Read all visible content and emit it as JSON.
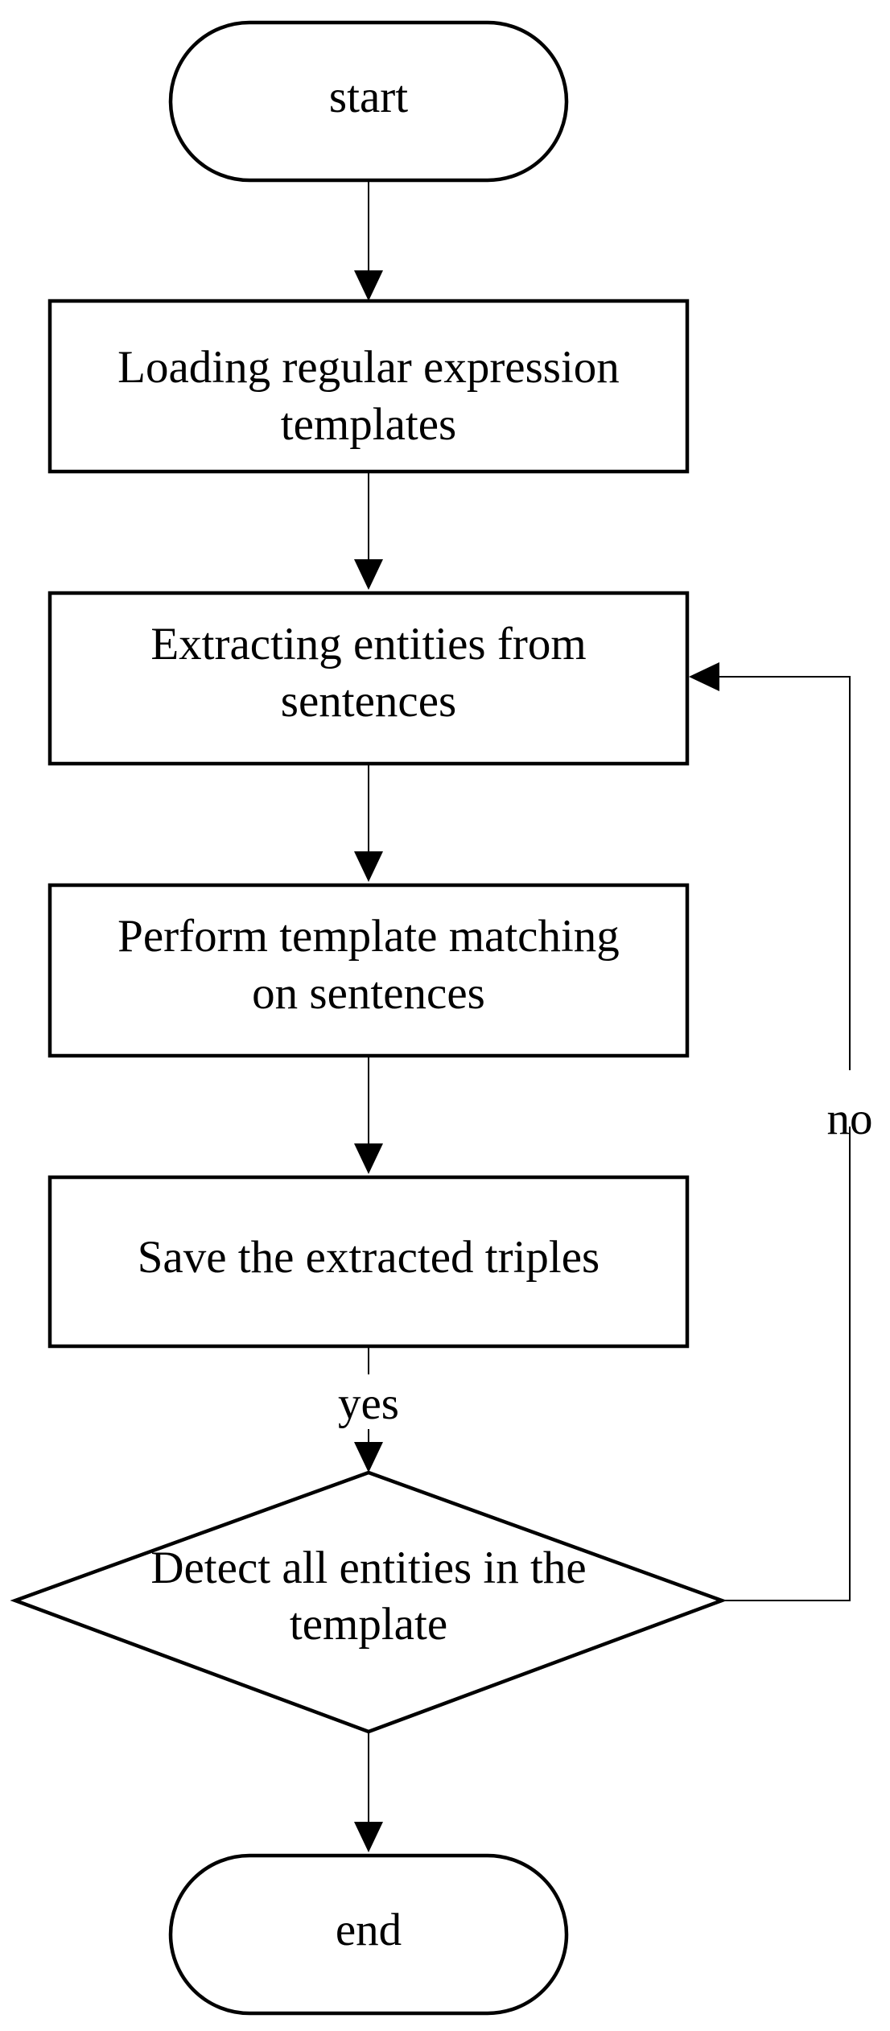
{
  "flowchart": {
    "start": "start",
    "step_load": [
      "Loading regular expression",
      "templates"
    ],
    "step_extract": [
      "Extracting entities from",
      "sentences"
    ],
    "step_match": [
      "Perform template matching",
      "on sentences"
    ],
    "step_save": "Save the extracted triples",
    "decision": [
      "Detect all entities in the",
      "template"
    ],
    "end": "end",
    "label_yes": "yes",
    "label_no": "no"
  }
}
